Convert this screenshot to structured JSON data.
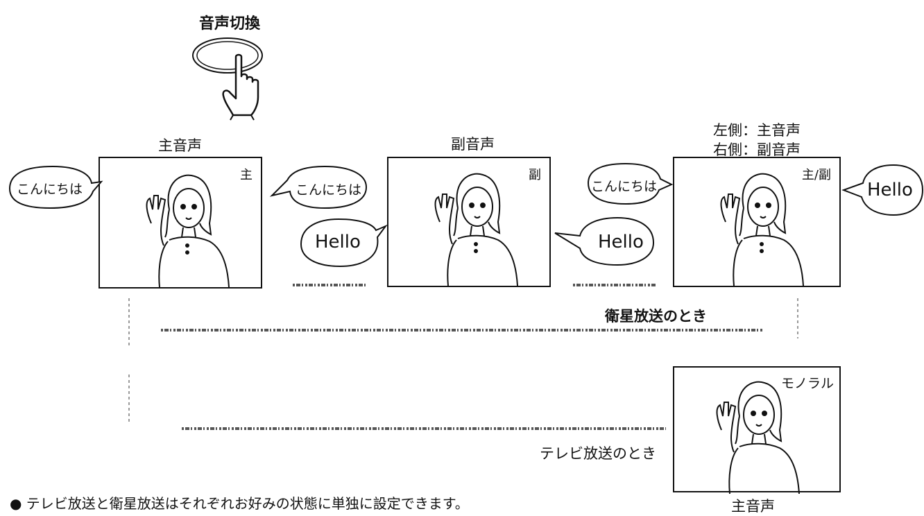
{
  "button": {
    "label": "音声切換"
  },
  "panels": [
    {
      "title": "主音声",
      "mark": "主"
    },
    {
      "title": "副音声",
      "mark": "副"
    },
    {
      "title_line1": "左側：主音声",
      "title_line2": "右側：副音声",
      "mark": "主/副"
    },
    {
      "mark": "モノラル",
      "caption": "主音声"
    }
  ],
  "bubbles": {
    "left": "こんにちは",
    "b1_jp": "こんにちは",
    "b1_en": "Hello",
    "b2_en": "Hello",
    "b3_jp": "こんにちは",
    "b4_en": "Hello"
  },
  "routes": {
    "satellite": "衛星放送のとき",
    "tv": "テレビ放送のとき"
  },
  "note": "● テレビ放送と衛星放送はそれぞれお好みの状態に単独に設定できます。"
}
